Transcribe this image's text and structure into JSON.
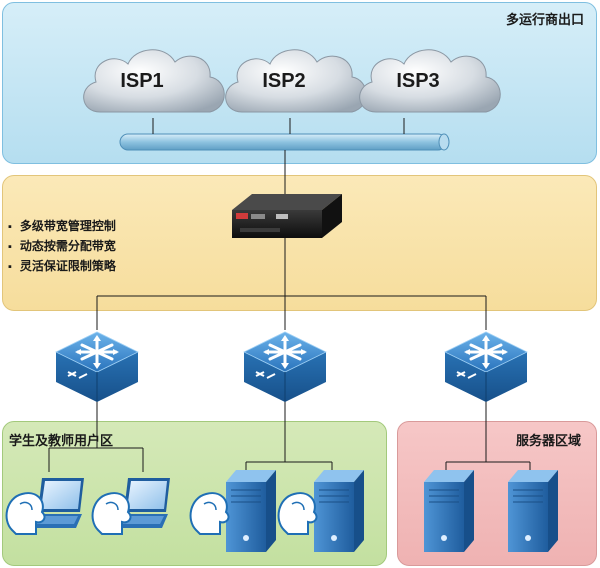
{
  "zones": {
    "isp": "多运行商出口",
    "users": "学生及教师用户区",
    "servers": "服务器区域"
  },
  "isps": [
    "ISP1",
    "ISP2",
    "ISP3"
  ],
  "features": [
    "多级带宽管理控制",
    "动态按需分配带宽",
    "灵活保证限制策略"
  ],
  "colors": {
    "isp_zone": "#c7e6f4",
    "core_zone": "#f8e2a8",
    "user_zone": "#cde5ad",
    "server_zone": "#f2bcbc",
    "switch_blue": "#2f7fc4",
    "server_blue": "#2c6fb8",
    "trunk": "#8ec3e0"
  }
}
